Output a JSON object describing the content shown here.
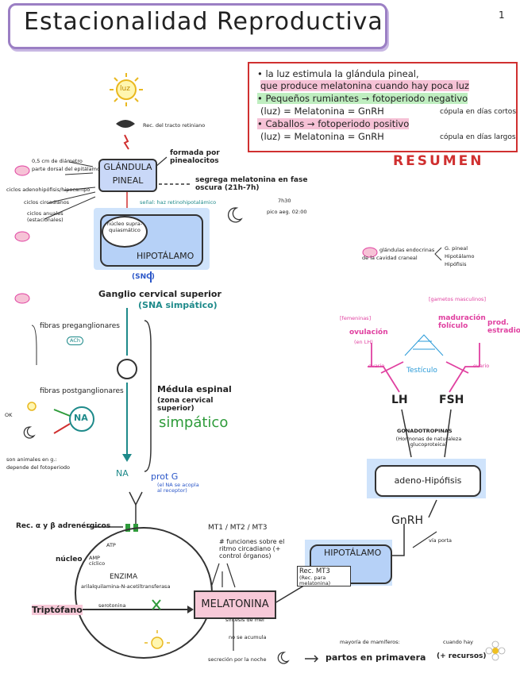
{
  "page": {
    "title": "Estacionalidad Reproductiva",
    "number": "1"
  },
  "summary": {
    "lines": [
      "• la luz estimula la glándula pineal,",
      "que produce melatonina cuando hay poca luz",
      "• Pequeños rumiantes → fotoperiodo negativo",
      "(luz) = Melatonina = GnRH",
      "cópula en días cortos",
      "• Caballos → fotoperiodo positivo",
      "(luz) = Melatonina = GnRH",
      "cópula en días largos"
    ],
    "label": "RESUMEN"
  },
  "left": {
    "luz": "luz",
    "rec_tracto": "Rec. del tracto retiniano",
    "medidas": "0,5 cm de diámetro",
    "parte": "parte dorsal del epitálamo",
    "ciclos1": "ciclos adenohipófisis/hipocampo",
    "ciclos2": "ciclos circadianos",
    "ciclos3": "ciclos anuales",
    "ciclos3b": "(estacionales)",
    "glandula": "GLÁNDULA PINEAL",
    "formada": "formada por pinealocitos",
    "secreta": "segrega melatonina en fase oscura (21h-7h)",
    "times": "7h30",
    "pico": "pico aeg. 02:00",
    "senal": "señal: haz retinohipotalámico",
    "nucleo": "núcleo supra-quiasmático",
    "hipotalamo": "HIPOTÁLAMO",
    "snc": "(SNC)",
    "ganglio": "Ganglio cervical superior",
    "sna": "(SNA simpático)",
    "fibras_pre": "fibras preganglionares",
    "ach": "ACh",
    "fibras_post": "fibras postganglionares",
    "na_circle": "NA",
    "medula1": "Médula espinal",
    "medula2": "(zona cervical superior)",
    "simpatico": "simpático",
    "ok": "OK",
    "animales": "son animales en g.:",
    "depende": "depende del fotoperiodo",
    "na": "NA",
    "prot_g": "prot G",
    "prot_g_sub": "(el NA se acopla al receptor)",
    "rec_adren": "Rec. α y β adrenérgicos",
    "nucleo2": "núcleo",
    "atp": "ATP",
    "amp": "AMP cíclico",
    "enzima": "ENZIMA",
    "enzima_sub": "arilalquilamina-N-acetiltransferasa",
    "triptofano": "Triptófano",
    "serotonina": "serotonina"
  },
  "right": {
    "glandulas1": "glándulas endocrinas",
    "glandulas2": "de la cavidad craneal",
    "g_pineal": "G. pineal",
    "hipotalamo": "Hipotálamo",
    "hipofisis": "Hipófisis",
    "femeninas": "[femeninas]",
    "masculinas": "[gametos masculinos]",
    "ovulacion": "ovulación",
    "ovulacion_sub": "(en LH)",
    "maduracion": "maduración folículo",
    "prod": "prod. estradiol",
    "ovario1": "ovario",
    "ovario2": "ovario",
    "testiculo": "Testículo",
    "lh": "LH",
    "fsh": "FSH",
    "gonado": "GONADOTROPINAS",
    "gonado_sub": "(Hormonas de naturaleza glucoproteica)",
    "adeno": "adeno-Hipófisis",
    "gnrh": "GnRH",
    "via_porta": "vía porta",
    "mt": "MT1 / MT2 / MT3",
    "funciones": "# funciones sobre el ritmo circadiano (+ control órganos)",
    "hipotalamo2": "HIPOTÁLAMO",
    "rec_mt3": "Rec. MT3",
    "rec_sub": "(Rec. para melatonina)",
    "melatonina": "MELATONINA",
    "sintesis": "síntesis de mel",
    "no_acumula": "no se acumula",
    "secrecion": "secreción por la noche",
    "mayoria": "mayoría de mamíferos:",
    "partos": "partos en primavera",
    "cuando": "cuando hay",
    "recursos": "(+ recursos)"
  }
}
